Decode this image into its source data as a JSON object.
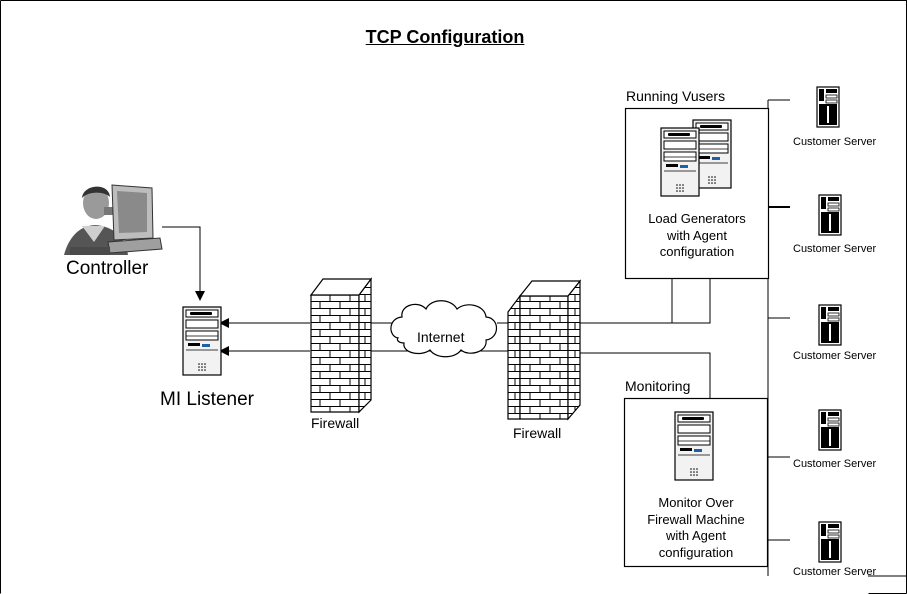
{
  "title": "TCP Configuration",
  "controller_label": "Controller",
  "mi_listener_label": "MI Listener",
  "firewall_left_label": "Firewall",
  "firewall_right_label": "Firewall",
  "internet_label": "Internet",
  "running_vusers": {
    "heading": "Running Vusers",
    "lines": [
      "Load Generators",
      "with Agent",
      "configuration"
    ]
  },
  "monitoring": {
    "heading": "Monitoring",
    "lines": [
      "Monitor Over",
      "Firewall Machine",
      "with Agent",
      "configuration"
    ]
  },
  "customer_servers": [
    "Customer Server",
    "Customer Server",
    "Customer Server",
    "Customer Server",
    "Customer Server"
  ]
}
